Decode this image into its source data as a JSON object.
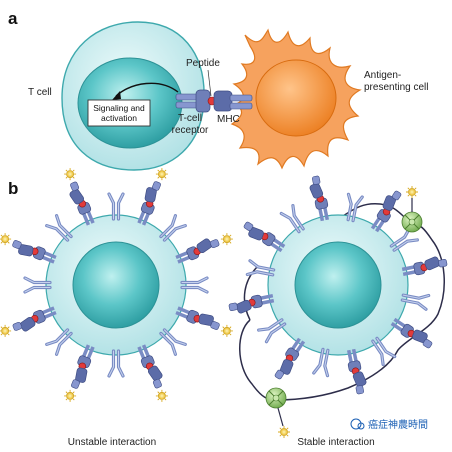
{
  "panel_a": {
    "letter": "a",
    "labels": {
      "t_cell": "T cell",
      "peptide": "Peptide",
      "t_cell_receptor": "T-cell\nreceptor",
      "mhc": "MHC",
      "apc": "Antigen-\npresenting cell",
      "signaling": "Signaling and\nactivation"
    }
  },
  "panel_b": {
    "letter": "b",
    "captions": {
      "unstable": "Unstable interaction",
      "stable": "Stable interaction"
    }
  },
  "watermark": "癌症神農時間",
  "colors": {
    "tcell_outer": "#c7ecef",
    "tcell_inner": "#5fc6c8",
    "apc_outer": "#f6a25e",
    "apc_inner": "#f08a2a",
    "receptor": "#6f7fb8",
    "receptor_light": "#b8c6e6",
    "peptide": "#e23a3a",
    "ligand": "#f3d24a",
    "crosslinker": "#8fc66a"
  },
  "icons": [
    "arrow-icon",
    "watermark-logo-icon"
  ]
}
